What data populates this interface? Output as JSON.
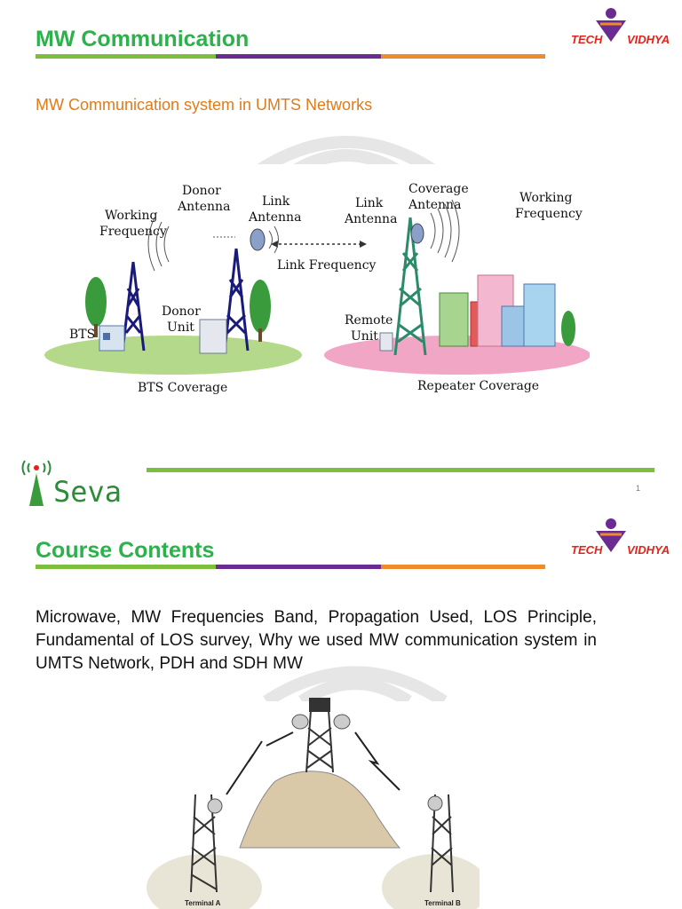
{
  "slide1": {
    "title": "MW Communication",
    "subtitle": "MW Communication system in UMTS Networks",
    "logo": {
      "left": "TECH",
      "right": "VIDHYA"
    },
    "figure": {
      "labels": {
        "donor_antenna": [
          "Donor",
          "Antenna"
        ],
        "link_antenna_left": [
          "Link",
          "Antenna"
        ],
        "link_antenna_right": [
          "Link",
          "Antenna"
        ],
        "coverage_antenna": [
          "Coverage",
          "Antenna"
        ],
        "working_freq_left": [
          "Working",
          "Frequency"
        ],
        "working_freq_right": [
          "Working",
          "Frequency"
        ],
        "link_frequency": "Link Frequency",
        "donor_unit": [
          "Donor",
          "Unit"
        ],
        "remote_unit": [
          "Remote",
          "Unit"
        ],
        "bts": "BTS",
        "bts_coverage": "BTS Coverage",
        "repeater_coverage": "Repeater Coverage"
      }
    },
    "footer": {
      "brand": "Seva",
      "page": "1"
    }
  },
  "slide2": {
    "title": "Course Contents",
    "logo": {
      "left": "TECH",
      "right": "VIDHYA"
    },
    "body": "Microwave, MW Frequencies Band, Propagation Used, LOS Principle, Fundamental of LOS survey, Why we used MW communication system in UMTS Network, PDH and SDH MW",
    "figure": {
      "terminal_a": "Terminal A",
      "terminal_b": "Terminal B"
    }
  },
  "colors": {
    "title_green": "#2bb24a",
    "subtitle_orange": "#e07b1a",
    "bar_green": "#7cbf3c",
    "bar_purple": "#6b2c91",
    "bar_orange": "#ef8b2c"
  }
}
